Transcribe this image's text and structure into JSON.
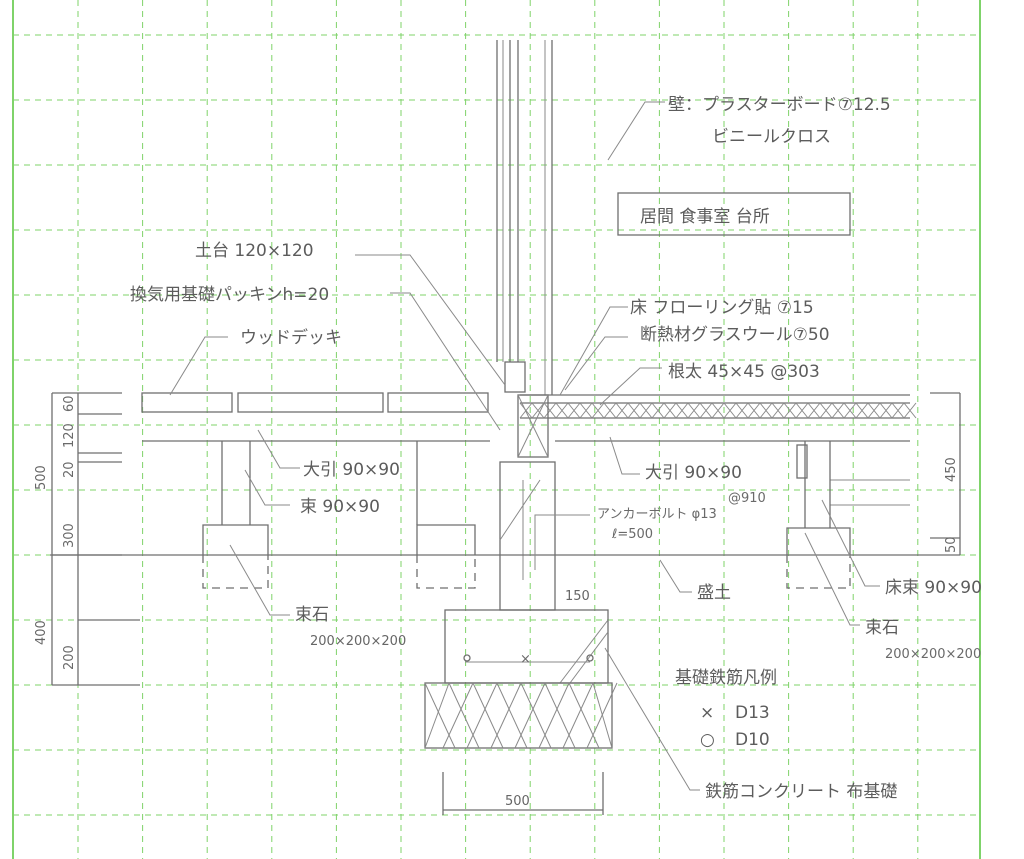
{
  "title": "居間 食事室 台所",
  "labels": {
    "wall": "壁：プラスターボード⑦12.5",
    "wall_finish": "ビニールクロス",
    "sill": "土台 120×120",
    "packing": "換気用基礎パッキンh=20",
    "wood_deck": "ウッドデッキ",
    "floor": "床 フローリング貼 ⑦15",
    "insulation": "断熱材グラスウール⑦50",
    "joist": "根太 45×45 @303",
    "beam_left": "大引 90×90",
    "post_left": "束 90×90",
    "beam_right": "大引 90×90",
    "beam_right_pitch": "@910",
    "anchor_bolt": "アンカーボルト φ13",
    "anchor_length": "ℓ=500",
    "fill": "盛土",
    "stone_left": "束石",
    "stone_left_size": "200×200×200",
    "floor_post": "床束 90×90",
    "stone_right": "束石",
    "stone_right_size": "200×200×200",
    "foundation": "鉄筋コンクリート 布基礎"
  },
  "legend": {
    "title": "基礎鉄筋凡例",
    "items": [
      {
        "symbol": "×",
        "label": "D13"
      },
      {
        "symbol": "○",
        "label": "D10"
      }
    ]
  },
  "dimensions": {
    "left_total_upper": "500",
    "left_total_lower": "400",
    "left_60": "60",
    "left_120": "120",
    "left_20": "20",
    "left_300": "300",
    "left_200": "200",
    "wall_150": "150",
    "right_450": "450",
    "right_50": "50",
    "footing_width": "500"
  },
  "colors": {
    "grid": "#7fd36a",
    "line": "#6f6f6f"
  }
}
